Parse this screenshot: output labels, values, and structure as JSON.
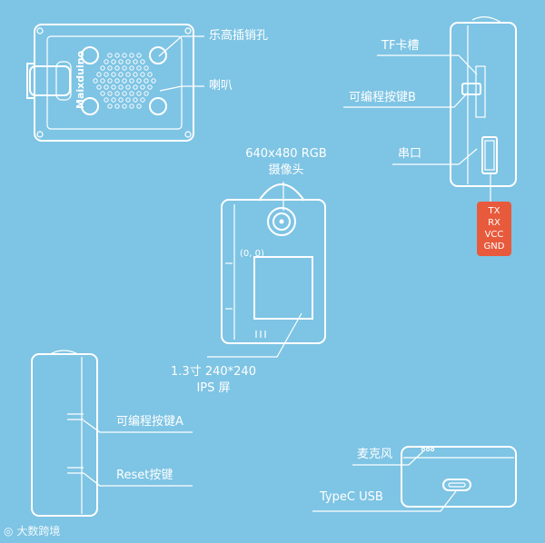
{
  "labels": {
    "lego_holes": "乐高插销孔",
    "speaker": "喇叭",
    "tf_slot": "TF卡槽",
    "button_b": "可编程按键B",
    "serial": "串口",
    "camera_line1": "640x480 RGB",
    "camera_line2": "摄像头",
    "origin": "(0, 0)",
    "screen_line1": "1.3寸 240*240",
    "screen_line2": "IPS 屏",
    "button_a": "可编程按键A",
    "reset": "Reset按键",
    "mic": "麦克风",
    "typec": "TypeC USB"
  },
  "pins": [
    "TX",
    "RX",
    "VCC",
    "GND"
  ],
  "logo_text": "Maixduino",
  "watermark": "大数跨境",
  "colors": {
    "background": "#7ec4e4",
    "line": "#ffffff",
    "pin_box": "#e85a3c"
  }
}
